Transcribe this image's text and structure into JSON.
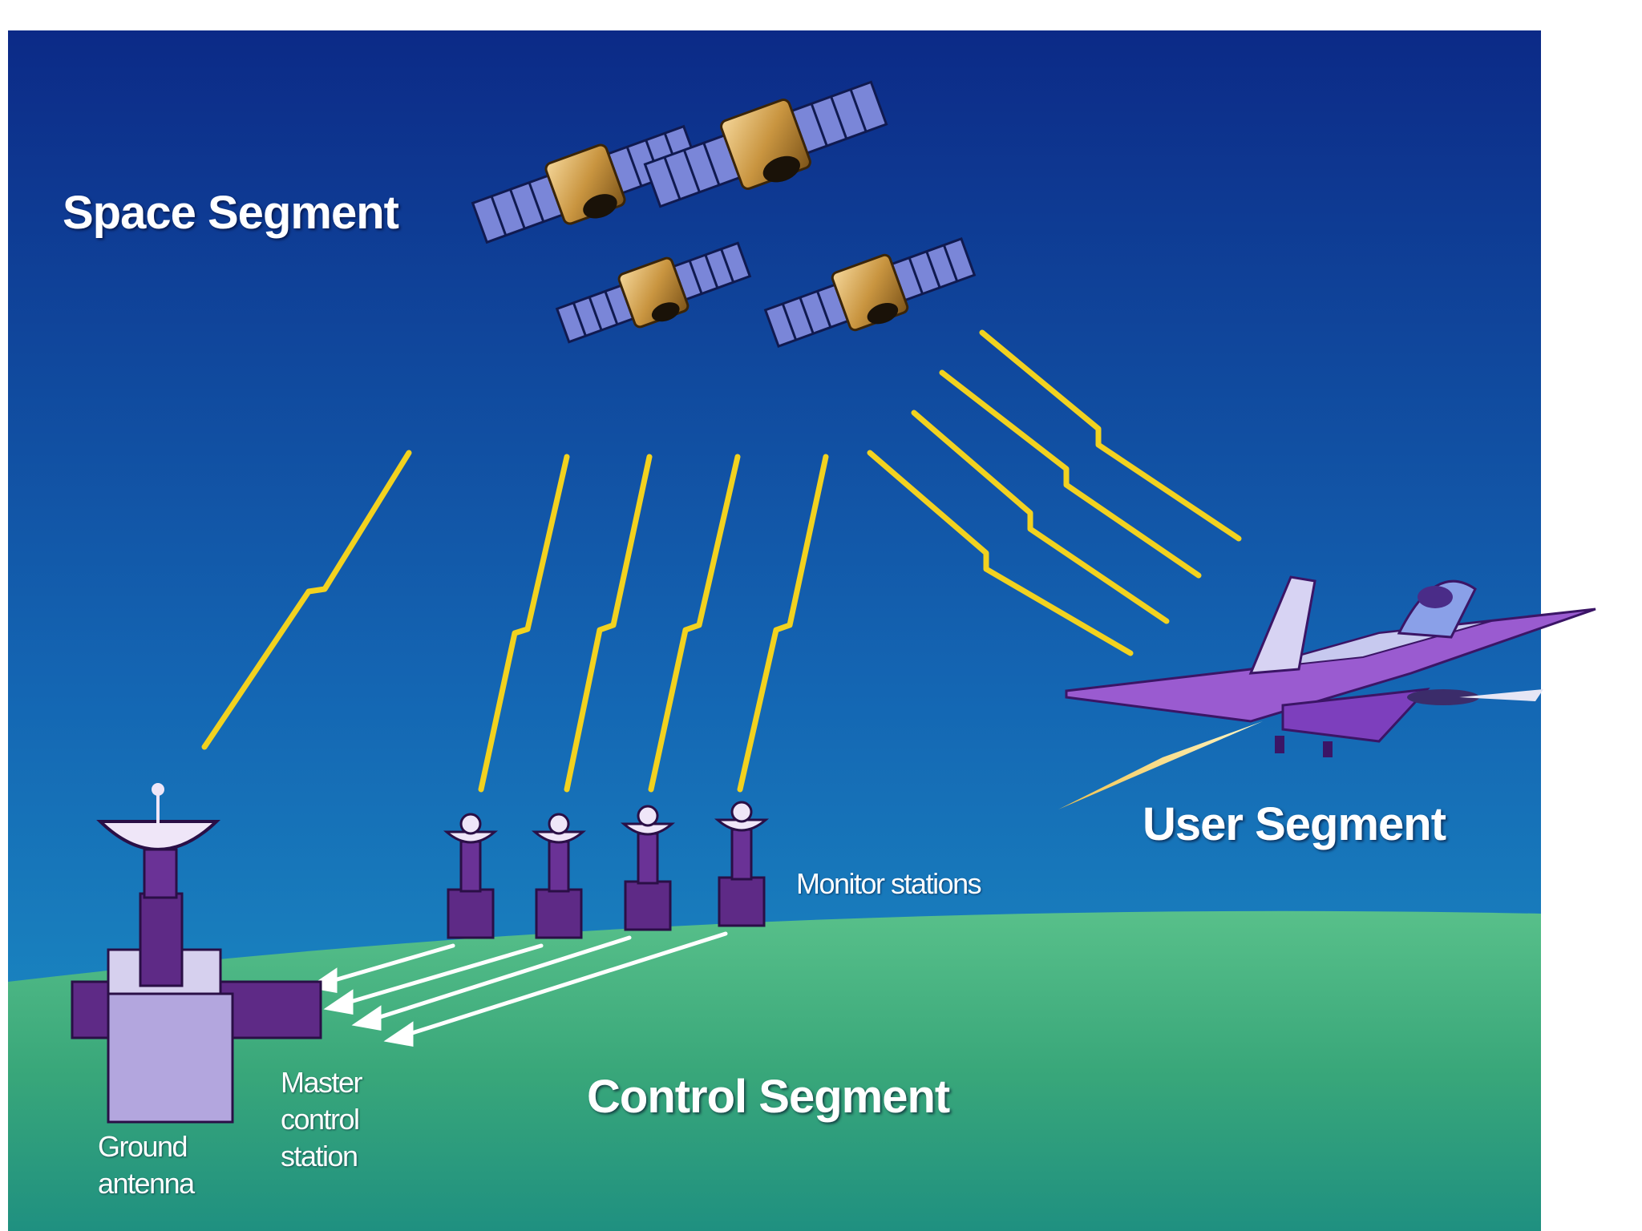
{
  "labels": {
    "space_segment": "Space Segment",
    "user_segment": "User Segment",
    "control_segment": "Control Segment",
    "monitor_stations": "Monitor stations",
    "master_control_station": "Master\ncontrol\nstation",
    "ground_antenna": "Ground\nantenna"
  },
  "colors": {
    "sky_top": "#0e2f8c",
    "sky_bottom": "#1b8fc4",
    "ground": "#3aa878",
    "signal": "#f2d21f",
    "station_purple": "#5e2a86",
    "jet_body": "#9a5bd0"
  },
  "icons": [
    "satellite-icon",
    "jet-icon",
    "dish-antenna-icon",
    "monitor-station-icon"
  ]
}
